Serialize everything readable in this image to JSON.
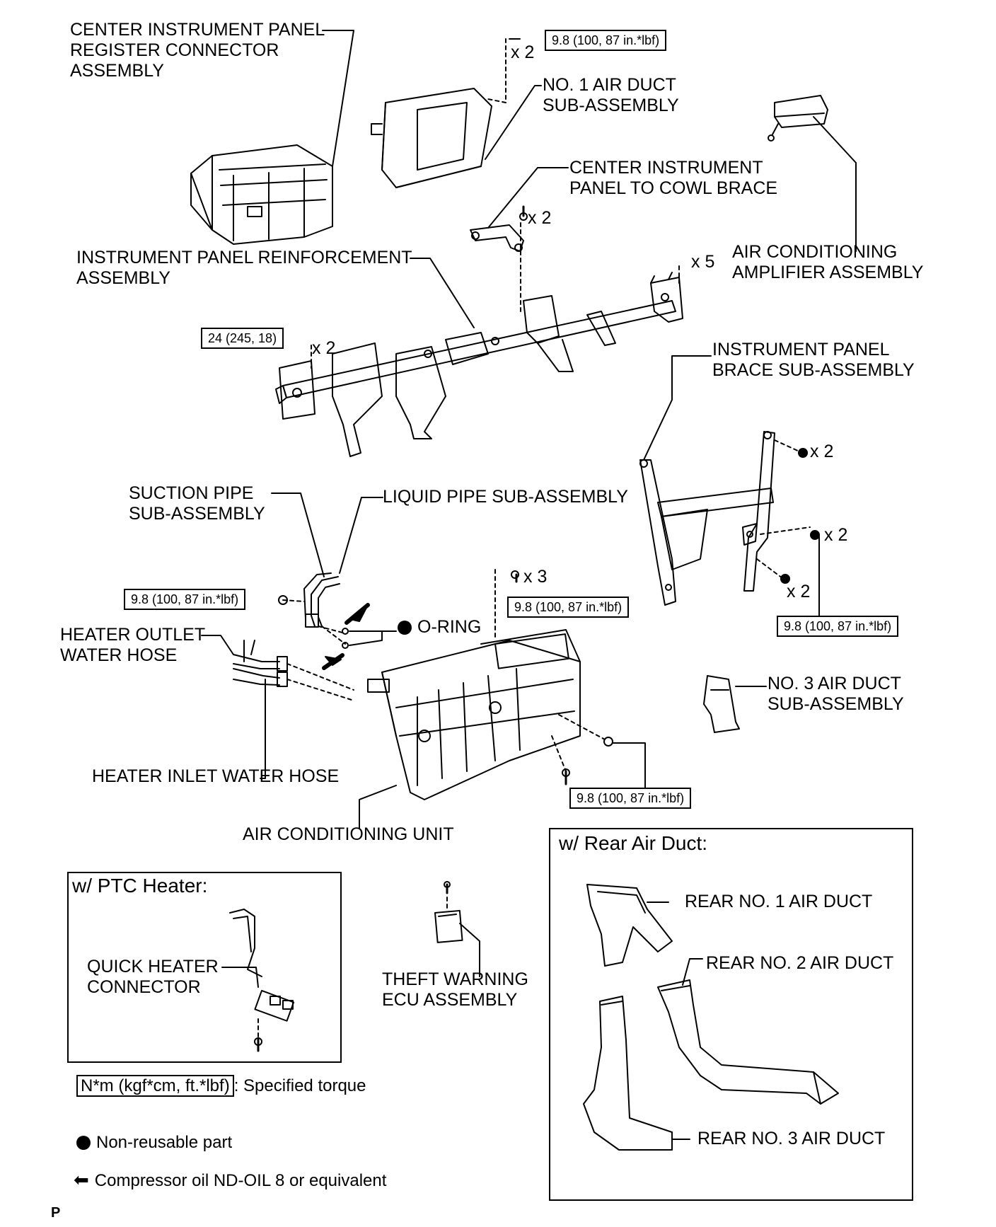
{
  "labels": {
    "center_register": "CENTER INSTRUMENT PANEL\nREGISTER CONNECTOR\nASSEMBLY",
    "no1_air_duct": "NO. 1 AIR DUCT\nSUB-ASSEMBLY",
    "cowl_brace": "CENTER INSTRUMENT\nPANEL TO COWL BRACE",
    "reinforcement": "INSTRUMENT PANEL REINFORCEMENT\nASSEMBLY",
    "ac_amplifier": "AIR CONDITIONING\nAMPLIFIER ASSEMBLY",
    "panel_brace": "INSTRUMENT PANEL\nBRACE SUB-ASSEMBLY",
    "suction_pipe": "SUCTION PIPE\nSUB-ASSEMBLY",
    "liquid_pipe": "LIQUID PIPE SUB-ASSEMBLY",
    "o_ring": "O-RING",
    "heater_outlet": "HEATER OUTLET\nWATER HOSE",
    "heater_inlet": "HEATER INLET WATER HOSE",
    "ac_unit": "AIR CONDITIONING UNIT",
    "no3_air_duct": "NO. 3 AIR DUCT\nSUB-ASSEMBLY",
    "quick_heater": "QUICK HEATER\nCONNECTOR",
    "theft_ecu": "THEFT WARNING\nECU ASSEMBLY",
    "rear_no1": "REAR NO. 1 AIR DUCT",
    "rear_no2": "REAR NO. 2 AIR DUCT",
    "rear_no3": "REAR NO. 3 AIR DUCT"
  },
  "torques": {
    "t_top": "9.8 (100, 87 in.*lbf)",
    "t_reinf": "24 (245, 18)",
    "t_pipe": "9.8 (100, 87 in.*lbf)",
    "t_unit_top": "9.8 (100, 87 in.*lbf)",
    "t_brace": "9.8 (100, 87 in.*lbf)",
    "t_unit_bottom": "9.8 (100, 87 in.*lbf)"
  },
  "quantities": {
    "q_top": "x 2",
    "q_cowl": "x 2",
    "q_amp": "x 5",
    "q_reinf": "x 2",
    "q_brace1": "x 2",
    "q_brace2": "x 2",
    "q_brace3": "x 2",
    "q_unit": "x 3"
  },
  "panels": {
    "ptc_title": "w/ PTC Heater:",
    "rear_title": "w/ Rear Air Duct:"
  },
  "legend": {
    "torque_box": "N*m (kgf*cm, ft.*lbf)",
    "torque_text": ": Specified torque",
    "non_reusable": "Non-reusable part",
    "oil": "Compressor oil ND-OIL 8 or equivalent"
  },
  "corner_mark": "P"
}
